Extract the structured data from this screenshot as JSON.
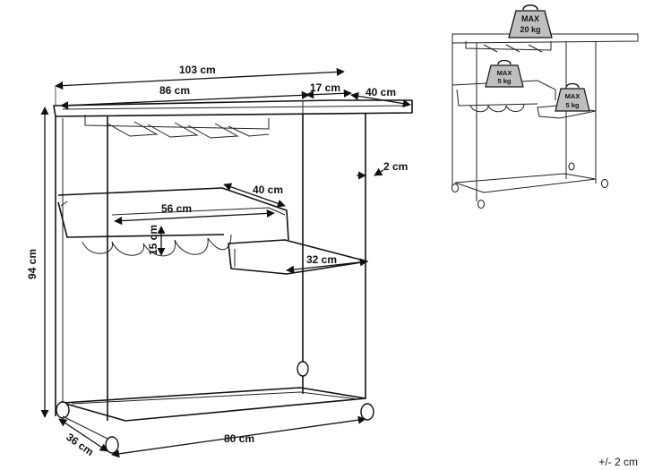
{
  "dimensions": {
    "total_width": "103 cm",
    "shelf_width": "86 cm",
    "side_width": "17 cm",
    "top_depth": "40 cm",
    "rail_gap": "2 cm",
    "mid_depth": "40 cm",
    "rack_width": "56 cm",
    "rack_height": "15 cm",
    "side_shelf": "32 cm",
    "height": "94 cm",
    "base_depth": "36 cm",
    "base_width": "80 cm"
  },
  "load_limits": {
    "top": {
      "line1": "MAX",
      "line2": "20 kg"
    },
    "middle": {
      "line1": "MAX",
      "line2": "5 kg"
    },
    "side": {
      "line1": "MAX",
      "line2": "5 kg"
    }
  },
  "tolerance": "+/- 2 cm",
  "colors": {
    "line": "#111111",
    "weight_fill": "#bfbfbf",
    "background": "#ffffff"
  }
}
